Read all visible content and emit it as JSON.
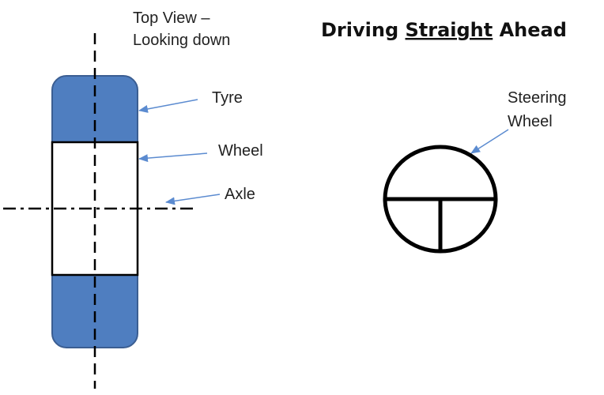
{
  "diagram": {
    "view_label_line1": "Top View –",
    "view_label_line2": "Looking down",
    "title_part1": "Driving ",
    "title_part2": "Straight",
    "title_part3": " Ahead",
    "labels": {
      "tyre": "Tyre",
      "wheel": "Wheel",
      "axle": "Axle",
      "steering_line1": "Steering",
      "steering_line2": "Wheel"
    },
    "colors": {
      "tyre_fill": "#4F7EC0",
      "tyre_stroke": "#3B5E92",
      "arrow": "#5B8BD0",
      "outline": "#000000"
    }
  }
}
